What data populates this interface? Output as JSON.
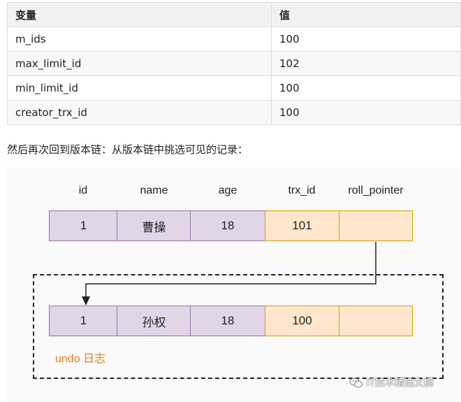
{
  "table": {
    "headers": [
      "变量",
      "值"
    ],
    "rows": [
      [
        "m_ids",
        "100"
      ],
      [
        "max_limit_id",
        "102"
      ],
      [
        "min_limit_id",
        "100"
      ],
      [
        "creator_trx_id",
        "100"
      ]
    ]
  },
  "paragraph": "然后再次回到版本链：从版本链中挑选可见的记录：",
  "diagram": {
    "columns": [
      "id",
      "name",
      "age",
      "trx_id",
      "roll_pointer"
    ],
    "current_record": [
      "1",
      "曹操",
      "18",
      "101",
      ""
    ],
    "undo_record": [
      "1",
      "孙权",
      "18",
      "100",
      ""
    ],
    "undo_label": "undo 日志",
    "colors": {
      "purple_fill": "#e1d5e7",
      "purple_border": "#9673a6",
      "orange_fill": "#ffe6cc",
      "orange_border": "#d79b00",
      "undo_label": "#e67e22"
    }
  },
  "watermark": {
    "icon": "wechat-icon",
    "text": "IT技术精选文摘"
  }
}
